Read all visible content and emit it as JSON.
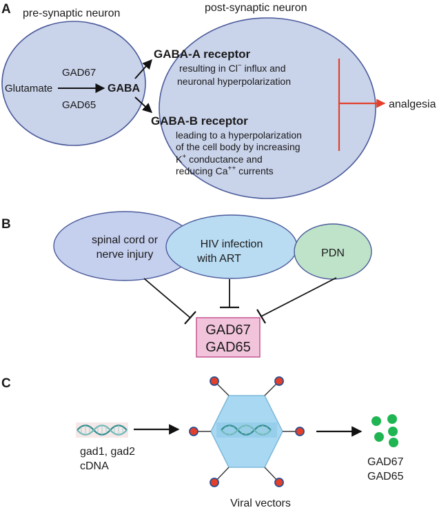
{
  "panel_a": {
    "letter": "A",
    "pre_title": "pre-synaptic neuron",
    "post_title": "post-synaptic neuron",
    "gad67": "GAD67",
    "glutamate": "Glutamate",
    "gaba": "GABA",
    "gad65": "GAD65",
    "gaba_a": "GABA-A receptor",
    "gaba_a_desc_1a": "resulting in Cl",
    "gaba_a_desc_1_sup": "−",
    "gaba_a_desc_1b": " influx and",
    "gaba_a_desc_2": "neuronal hyperpolarization",
    "gaba_b": "GABA-B receptor",
    "gaba_b_desc_1": "leading to a hyperpolarization",
    "gaba_b_desc_2": "of the cell body by increasing",
    "gaba_b_desc_3a": "K",
    "gaba_b_desc_3_sup": "+",
    "gaba_b_desc_3b": " conductance and",
    "gaba_b_desc_4a": "reducing Ca",
    "gaba_b_desc_4_sup": "++",
    "gaba_b_desc_4b": " currents",
    "analgesia": "analgesia",
    "colors": {
      "neuron_fill": "#c9d3ea",
      "neuron_stroke": "#4a5a9a",
      "arrow_red": "#e2402a"
    }
  },
  "panel_b": {
    "letter": "B",
    "injury_1": "spinal cord or",
    "injury_2": "nerve injury",
    "hiv_1": "HIV infection",
    "hiv_2": "with ART",
    "pdn": "PDN",
    "gad67": "GAD67",
    "gad65": "GAD65",
    "colors": {
      "injury_fill": "#c5cfee",
      "hiv_fill": "#b9dcf3",
      "pdn_fill": "#bfe3c9",
      "gad_box_fill": "#f2c4dc",
      "gad_box_stroke": "#c24b8a"
    }
  },
  "panel_c": {
    "letter": "C",
    "cdna_1": "gad1, gad2",
    "cdna_2": "cDNA",
    "vector_caption": "Viral vectors",
    "gad67": "GAD67",
    "gad65": "GAD65",
    "icons": [
      "dna-helix-icon",
      "viral-vector-icon",
      "protein-dots-icon"
    ],
    "colors": {
      "hex_fill": "#a9d9f2",
      "spike_red": "#e2402a",
      "spike_stroke": "#2a4d8f",
      "protein_green": "#1fb552",
      "helix_teal": "#2e8b8b"
    }
  }
}
